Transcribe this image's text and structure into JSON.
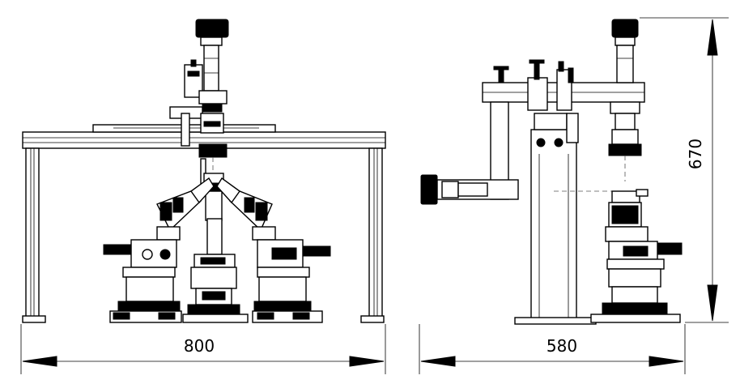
{
  "dimensions": {
    "front_width": "800",
    "side_width": "580",
    "height": "670"
  }
}
